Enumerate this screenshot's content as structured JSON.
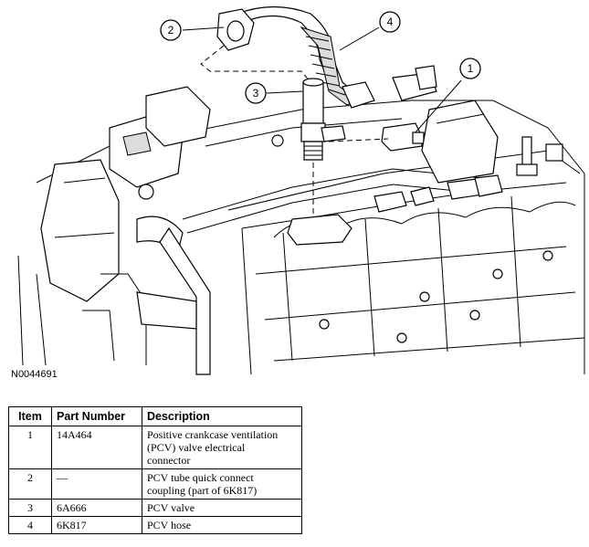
{
  "figure": {
    "id": "N0044691",
    "callouts": [
      "1",
      "2",
      "3",
      "4"
    ]
  },
  "table": {
    "headers": [
      "Item",
      "Part Number",
      "Description"
    ],
    "rows": [
      {
        "item": "1",
        "part_number": "14A464",
        "description": "Positive crankcase ventilation\n(PCV) valve electrical\nconnector"
      },
      {
        "item": "2",
        "part_number": "—",
        "description": "PCV tube quick connect\ncoupling (part of 6K817)"
      },
      {
        "item": "3",
        "part_number": "6A666",
        "description": "PCV valve"
      },
      {
        "item": "4",
        "part_number": "6K817",
        "description": "PCV hose"
      }
    ]
  }
}
